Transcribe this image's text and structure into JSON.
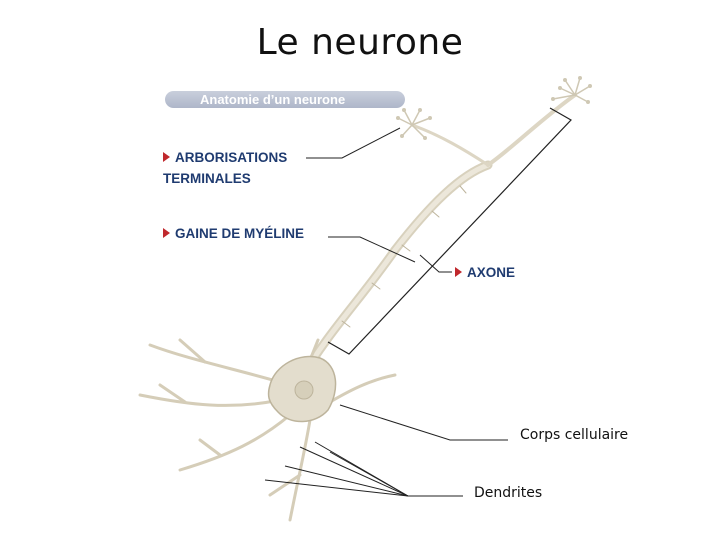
{
  "slide": {
    "title": "Le neurone"
  },
  "figure": {
    "header": "Anatomie d’un neurone",
    "labels": {
      "terminal_line1": "ARBORISATIONS",
      "terminal_line2": "TERMINALES",
      "myelin": "GAINE DE MYÉLINE",
      "axon": "AXONE"
    }
  },
  "annotations": {
    "cell_body": "Corps cellulaire",
    "dendrites": "Dendrites"
  },
  "colors": {
    "label_text": "#1f3b70",
    "arrow": "#c0282d",
    "neuron_fill": "#e3ddcd",
    "neuron_stroke": "#bdb49c",
    "leader_line": "#222222"
  }
}
